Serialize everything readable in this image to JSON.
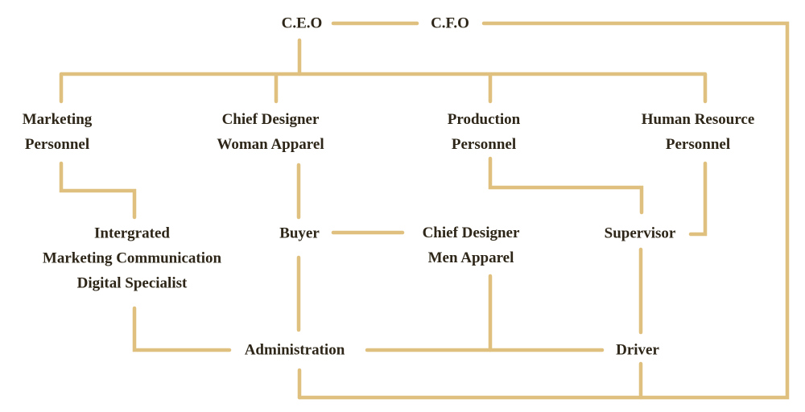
{
  "colors": {
    "line": "#dfc07f",
    "text": "#2e2618"
  },
  "nodes": {
    "ceo": [
      "C.E.O"
    ],
    "cfo": [
      "C.F.O"
    ],
    "marketing": [
      "Marketing",
      "Personnel"
    ],
    "chief_woman": [
      "Chief Designer",
      "Woman Apparel"
    ],
    "production": [
      "Production",
      "Personnel"
    ],
    "hr": [
      "Human Resource",
      "Personnel"
    ],
    "imc": [
      "Intergrated",
      "Marketing Communication",
      "Digital Specialist"
    ],
    "buyer": [
      "Buyer"
    ],
    "chief_men": [
      "Chief Designer",
      "Men Apparel"
    ],
    "supervisor": [
      "Supervisor"
    ],
    "administration": [
      "Administration"
    ],
    "driver": [
      "Driver"
    ]
  }
}
